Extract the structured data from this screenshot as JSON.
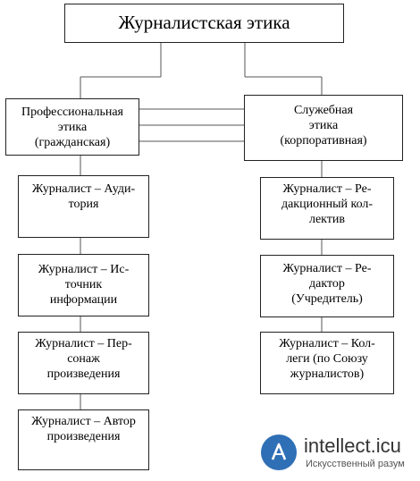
{
  "diagram": {
    "root": "Журналистская этика",
    "left_branch": {
      "lines": [
        "Профессиональная",
        "этика",
        "(гражданская)"
      ],
      "children": [
        {
          "lines": [
            "Журналист – Ауди-",
            "тория"
          ]
        },
        {
          "lines": [
            "Журналист – Ис-",
            "точник",
            "информации"
          ]
        },
        {
          "lines": [
            "Журналист – Пер-",
            "сонаж",
            "произведения"
          ]
        },
        {
          "lines": [
            "Журналист – Автор",
            "произведения"
          ]
        }
      ]
    },
    "right_branch": {
      "lines": [
        "Служебная",
        "этика",
        "(корпоративная)"
      ],
      "children": [
        {
          "lines": [
            "Журналист – Ре-",
            "дакционный кол-",
            "лектив"
          ]
        },
        {
          "lines": [
            "Журналист – Ре-",
            "дактор",
            "(Учредитель)"
          ]
        },
        {
          "lines": [
            "Журналист – Кол-",
            "леги (по Союзу",
            "журналистов)"
          ]
        }
      ]
    }
  },
  "watermark": {
    "brand": "intellect.icu",
    "slogan": "Искусственный разум",
    "logo_icon": "a-letter-logo-icon",
    "logo_color": "#2f6fb6"
  }
}
